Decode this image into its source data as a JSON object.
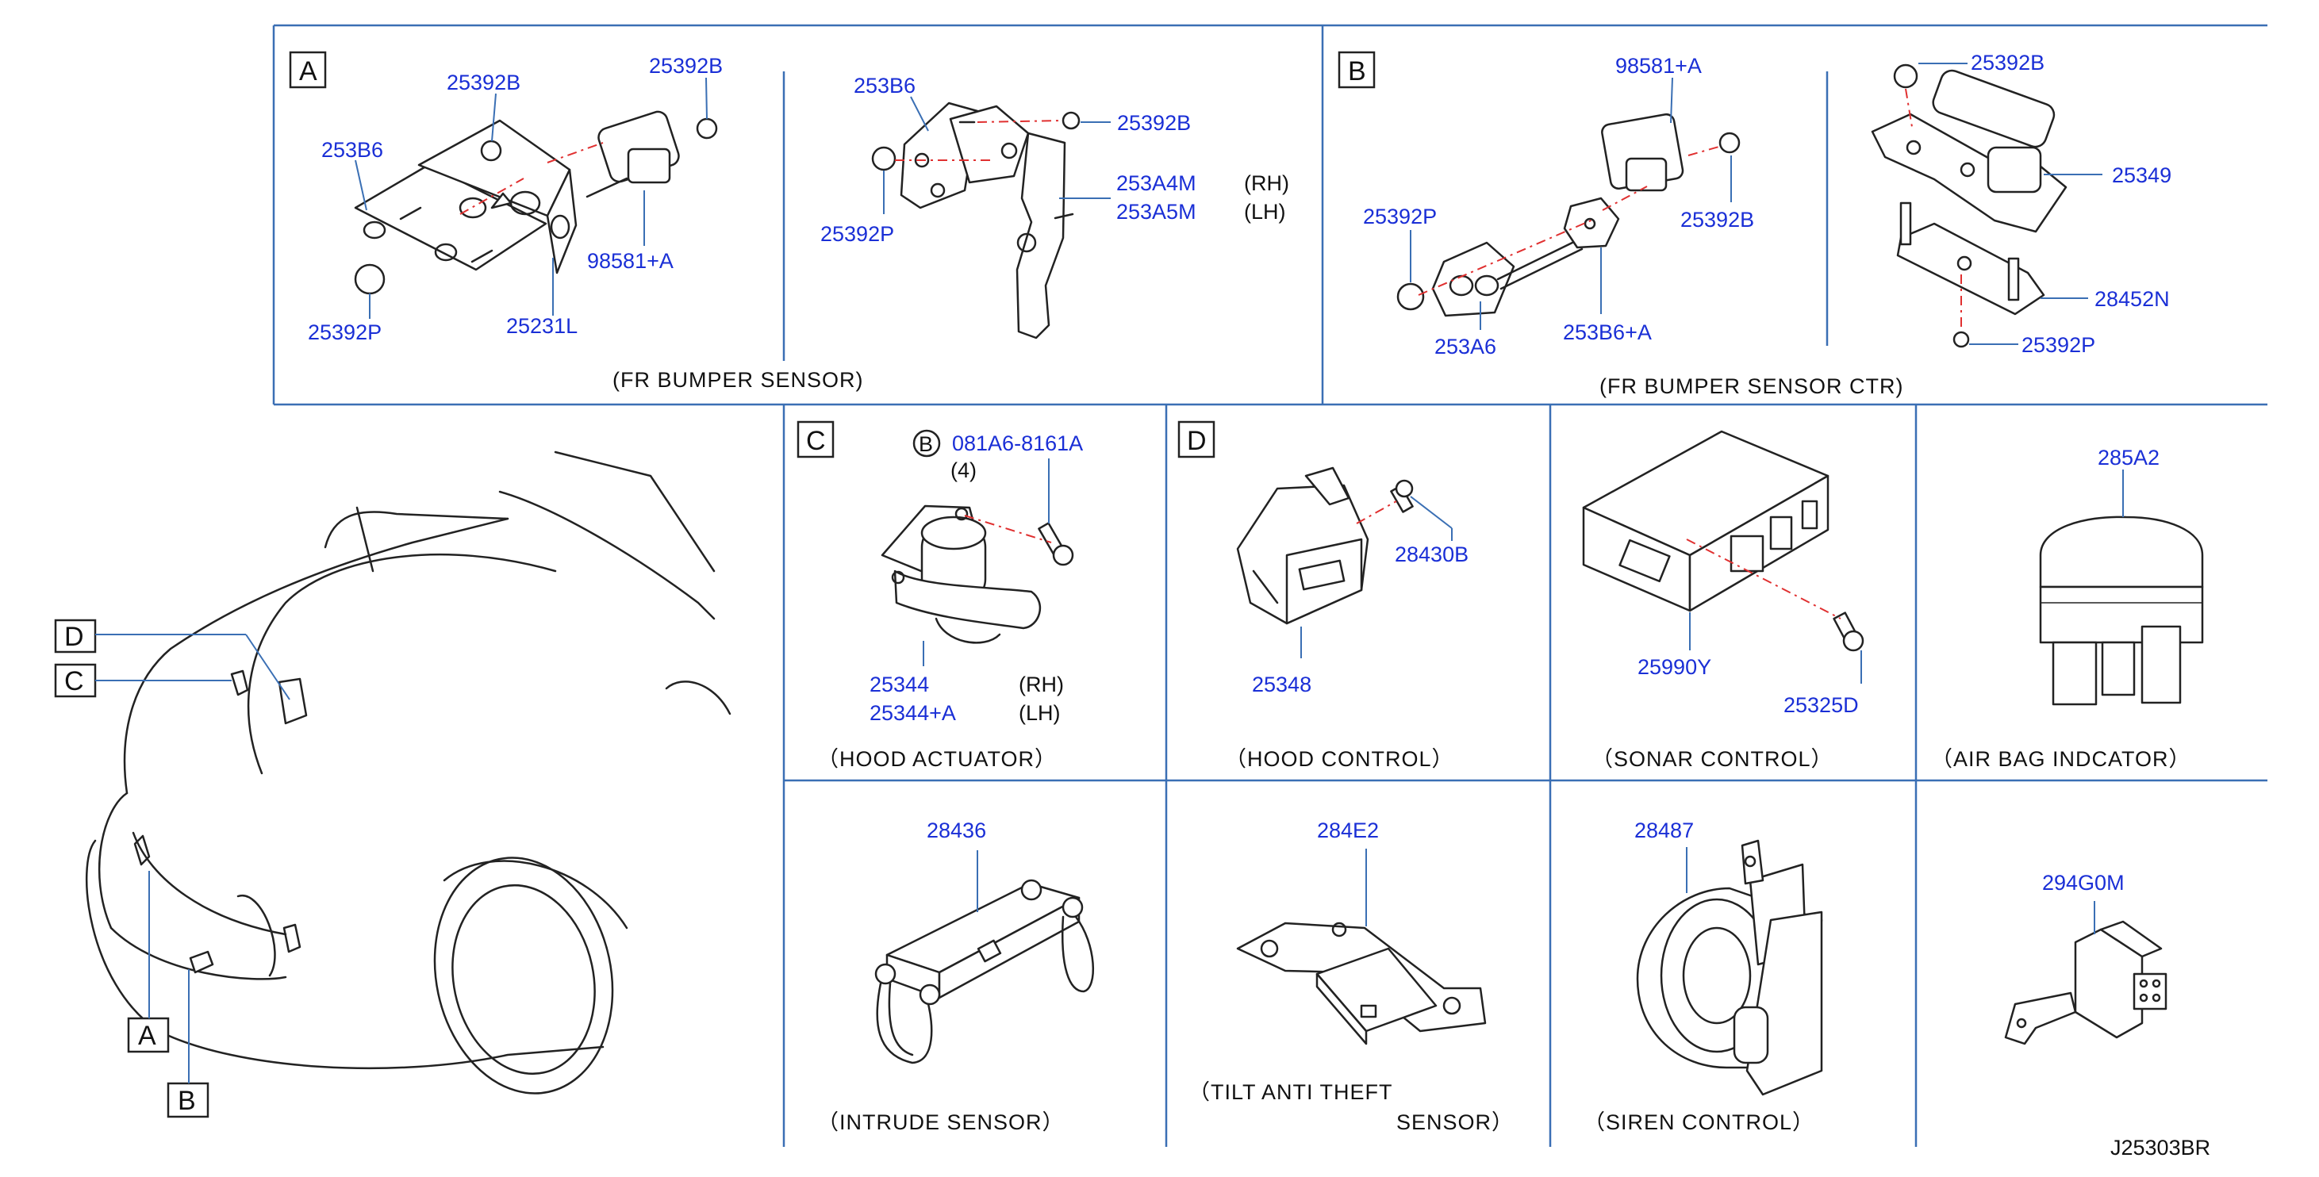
{
  "diagram_code": "J25303BR",
  "callouts": [
    "A",
    "B",
    "C",
    "D"
  ],
  "section_a": {
    "letter": "A",
    "left_parts": [
      "25392B",
      "253B6",
      "25392B",
      "98581+A",
      "25392P",
      "25231L"
    ],
    "right_parts": [
      "253B6",
      "25392B",
      "25392P",
      "253A4M",
      "253A5M"
    ],
    "side_rh": "(RH)",
    "side_lh": "(LH)",
    "caption": "(FR   BUMPER   SENSOR)"
  },
  "section_b": {
    "letter": "B",
    "left_parts": [
      "98581+A",
      "25392P",
      "25392B",
      "253A6",
      "253B6+A"
    ],
    "right_parts": [
      "25392B",
      "25349",
      "28452N",
      "25392P"
    ],
    "caption": "(FR   BUMPER   SENSOR   CTR)"
  },
  "section_c": {
    "letter": "C",
    "bolt_marker": "B",
    "bolt_code": "081A6-8161A",
    "bolt_qty": "(4)",
    "part_rh": "25344",
    "part_lh": "25344+A",
    "side_rh": "(RH)",
    "side_lh": "(LH)",
    "caption": "（HOOD   ACTUATOR）"
  },
  "section_d": {
    "letter": "D",
    "parts": [
      "28430B",
      "25348"
    ],
    "caption": "（HOOD   CONTROL）"
  },
  "sonar": {
    "parts": [
      "25990Y",
      "25325D"
    ],
    "caption": "（SONAR   CONTROL）"
  },
  "airbag": {
    "part": "285A2",
    "caption": "（AIR   BAG   INDCATOR）"
  },
  "intrude": {
    "part": "28436",
    "caption": "（INTRUDE   SENSOR）"
  },
  "tilt": {
    "part": "284E2",
    "caption_line1": "（TILT   ANTI   THEFT",
    "caption_line2": "SENSOR）"
  },
  "siren": {
    "part": "28487",
    "caption": "（SIREN   CONTROL）"
  },
  "misc": {
    "part": "294G0M"
  },
  "colors": {
    "part_number": "#1a2fd6",
    "frame": "#3a6fb4",
    "leader": "#3a6fb4",
    "line_art": "#222222",
    "dash": "#e03030"
  }
}
